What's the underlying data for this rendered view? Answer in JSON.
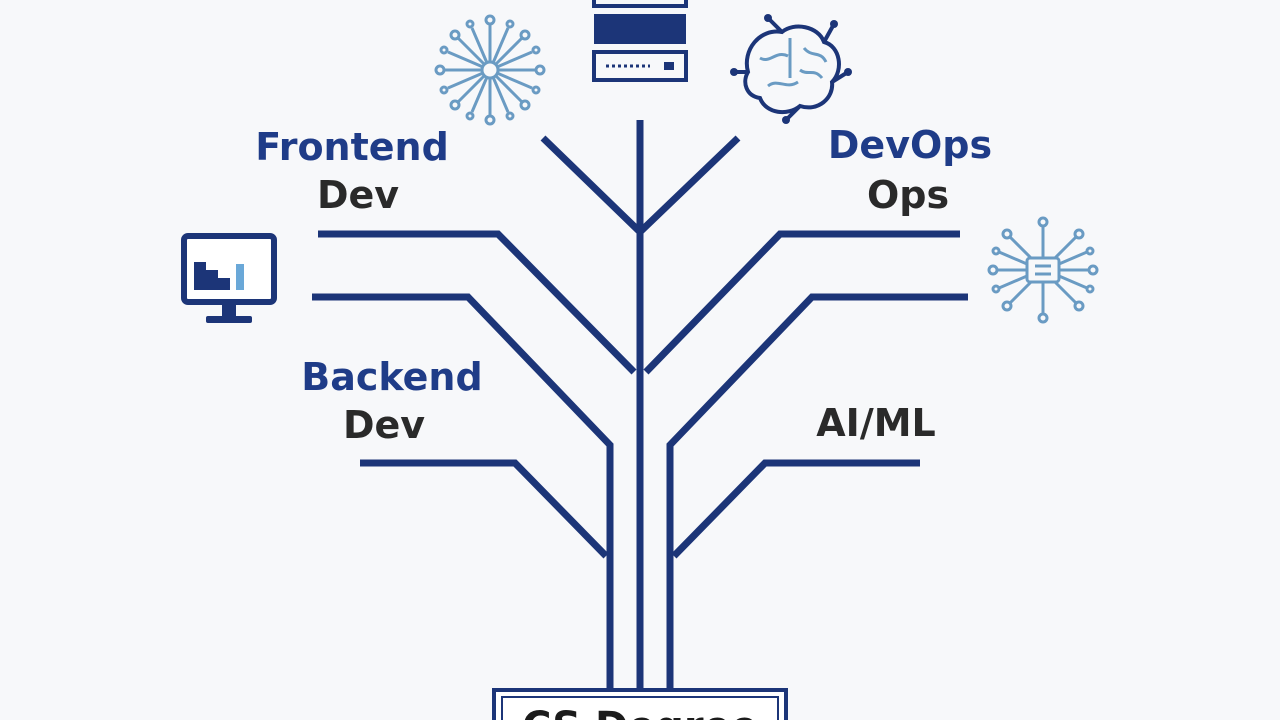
{
  "branches": {
    "frontend": {
      "line1": "Frontend",
      "line2": "Dev"
    },
    "devops": {
      "line1": "DevOps",
      "line2": "Ops"
    },
    "backend": {
      "line1": "Backend",
      "line2": "Dev"
    },
    "aiml": {
      "line1": "AI/ML"
    }
  },
  "root": {
    "label": "CS Degree"
  },
  "icons": [
    "network-node-icon",
    "server-rack-icon",
    "brain-circuit-icon",
    "monitor-chart-icon",
    "chip-network-icon"
  ],
  "colors": {
    "branch": "#1c3578",
    "label_blue": "#1f3c88",
    "label_dark": "#2a2a2a",
    "icon_light": "#6a9bc3",
    "background": "#f7f8fa"
  }
}
